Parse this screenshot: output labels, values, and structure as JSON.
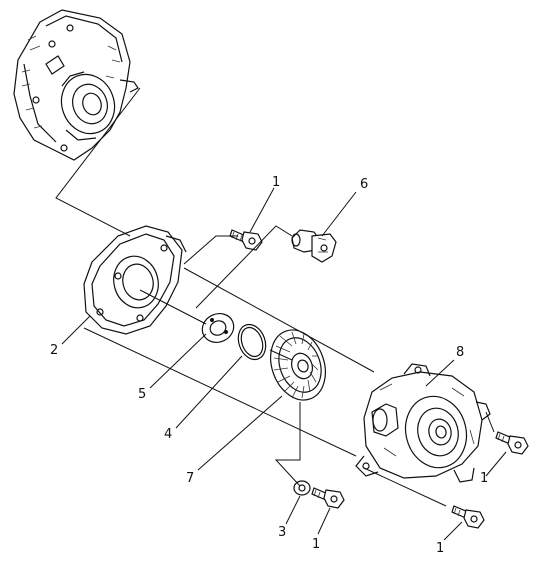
{
  "diagram": {
    "callouts": [
      {
        "id": "c1a",
        "text": "1"
      },
      {
        "id": "c6",
        "text": "6"
      },
      {
        "id": "c2",
        "text": "2"
      },
      {
        "id": "c8",
        "text": "8"
      },
      {
        "id": "c5",
        "text": "5"
      },
      {
        "id": "c4",
        "text": "4"
      },
      {
        "id": "c7",
        "text": "7"
      },
      {
        "id": "c1b",
        "text": "1"
      },
      {
        "id": "c3",
        "text": "3"
      },
      {
        "id": "c1c",
        "text": "1"
      },
      {
        "id": "c1d",
        "text": "1"
      }
    ]
  }
}
